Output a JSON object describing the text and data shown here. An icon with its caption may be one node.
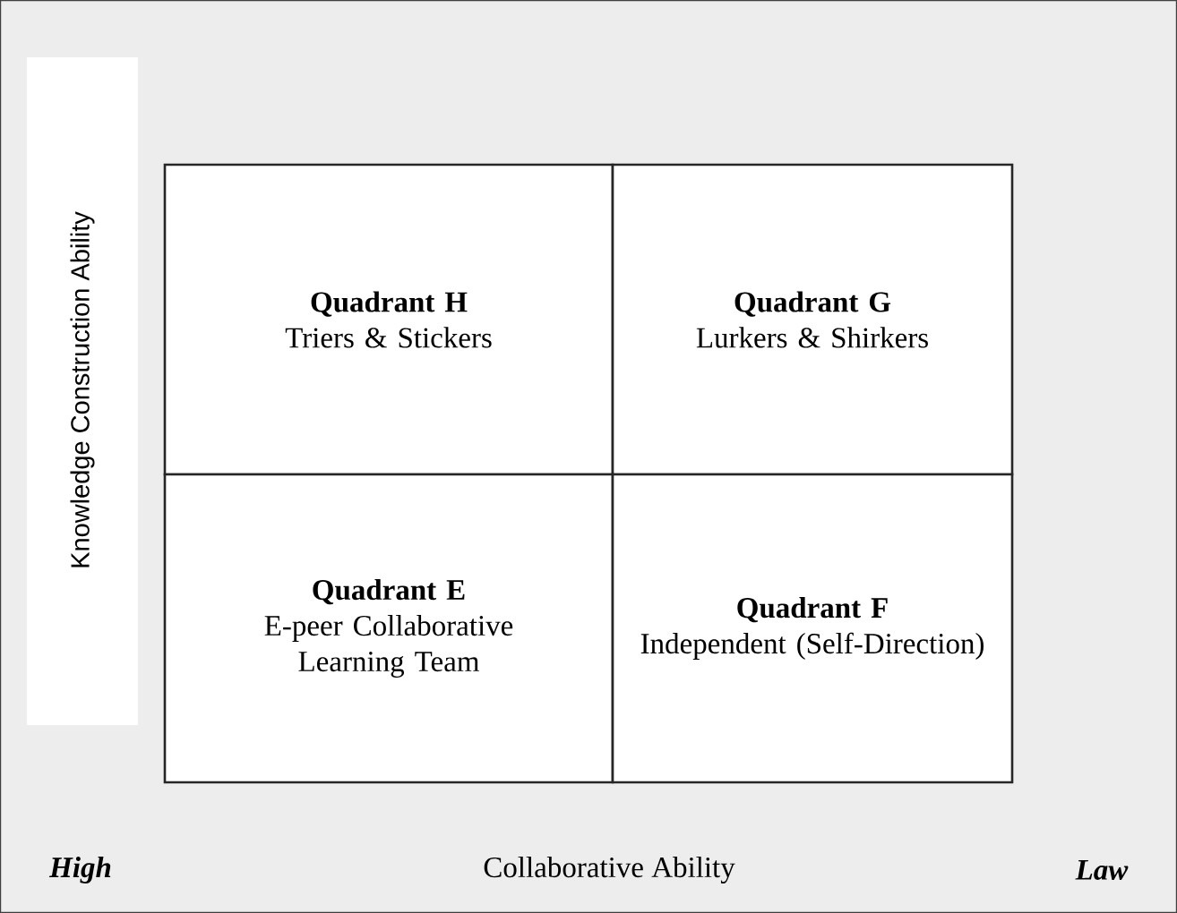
{
  "diagram": {
    "nodes": [
      {
        "text": [
          "Quadrant H",
          "Triers & Stickers"
        ]
      },
      {
        "text": [
          "Quadrant G",
          "Lurkers & Shirkers"
        ]
      },
      {
        "text": [
          "Quadrant E",
          "E-peer Collaborative Learning Team"
        ]
      },
      {
        "text": [
          "Quadrant F",
          "Independent (Self-Direction)"
        ]
      }
    ],
    "labels": [
      "Knowledge Construction Ability",
      "High",
      "Collaborative Ability",
      "Law"
    ]
  }
}
